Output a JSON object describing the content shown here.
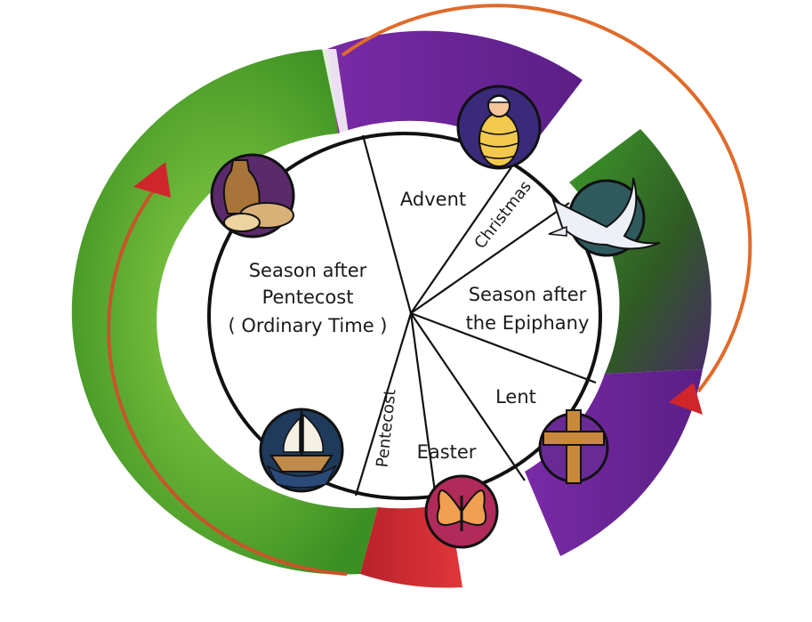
{
  "seasons": {
    "advent": "Advent",
    "christmas": "Christmas",
    "epiphany_line1": "Season after",
    "epiphany_line2": "the Epiphany",
    "lent": "Lent",
    "easter": "Easter",
    "pentecost": "Pentecost",
    "ordinary_line1": "Season after",
    "ordinary_line2": "Pentecost",
    "ordinary_line3": "( Ordinary Time )"
  },
  "colors": {
    "green": "#4ea82a",
    "purple": "#6a2a96",
    "red": "#c8242b",
    "white": "#ffffff",
    "arrow": "#d0262b",
    "gold": "#e8b13a"
  },
  "icons": [
    "baby-jesus-icon",
    "dove-icon",
    "cross-icon",
    "butterfly-icon",
    "ship-icon",
    "bread-and-jug-icon"
  ]
}
